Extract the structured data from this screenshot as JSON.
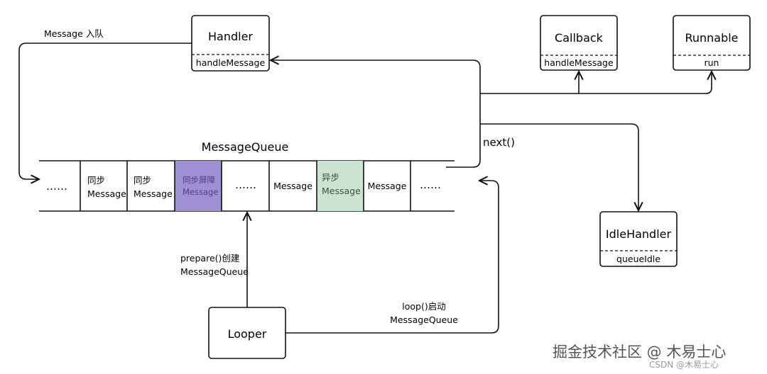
{
  "colors": {
    "stroke": "#111111",
    "sync_barrier_fill": "#9f8fd4",
    "async_fill": "#cde3d2"
  },
  "handler": {
    "title": "Handler",
    "method": "handleMessage"
  },
  "callback": {
    "title": "Callback",
    "method": "handleMessage"
  },
  "runnable": {
    "title": "Runnable",
    "method": "run"
  },
  "idle_handler": {
    "title": "IdleHandler",
    "method": "queueIdle"
  },
  "looper": {
    "title": "Looper"
  },
  "message_queue": {
    "title": "MessageQueue",
    "cells": [
      {
        "line1": "同步",
        "line2": "Message"
      },
      {
        "line1": "同步",
        "line2": "Message"
      },
      {
        "line1": "同步屏障",
        "line2": "Message"
      },
      {
        "line1": "Message",
        "line2": ""
      },
      {
        "line1": "异步",
        "line2": "Message"
      },
      {
        "line1": "Message",
        "line2": ""
      }
    ],
    "ellipsis": "……"
  },
  "labels": {
    "enqueue": "Message 入队",
    "next": "next()",
    "prepare_line1": "prepare()创建",
    "prepare_line2": "MessageQueue",
    "loop_line1": "loop()启动",
    "loop_line2": "MessageQueue"
  },
  "watermark": {
    "main": "掘金技术社区 @ 木易士心",
    "sub": "CSDN @木易士心"
  }
}
